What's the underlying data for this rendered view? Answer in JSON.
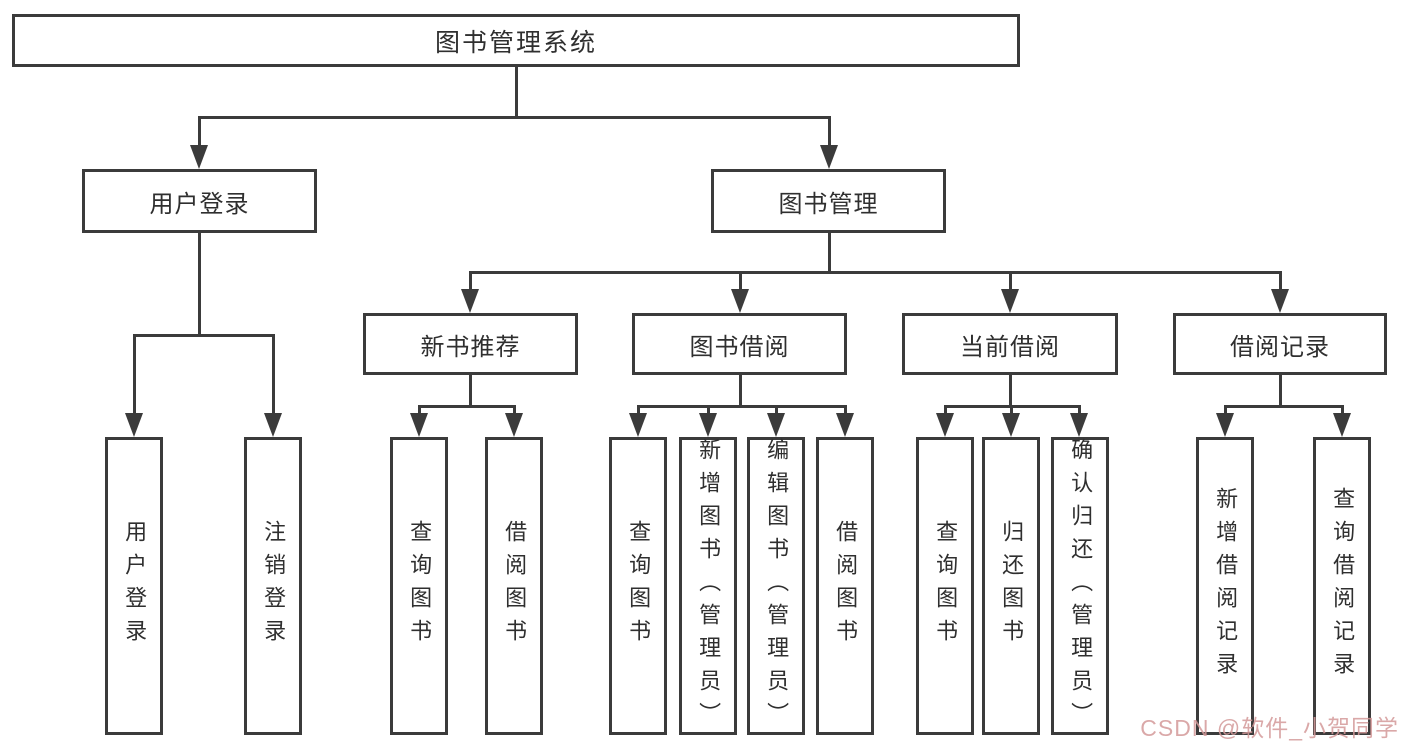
{
  "diagram": {
    "root": {
      "label": "图书管理系统"
    },
    "branches": [
      {
        "id": "user-login",
        "label": "用户登录",
        "parent": "图书管理系统"
      },
      {
        "id": "book-management",
        "label": "图书管理",
        "parent": "图书管理系统"
      }
    ],
    "modules": [
      {
        "id": "new-book-recommend",
        "label": "新书推荐",
        "parent": "图书管理"
      },
      {
        "id": "book-borrow",
        "label": "图书借阅",
        "parent": "图书管理"
      },
      {
        "id": "current-borrow",
        "label": "当前借阅",
        "parent": "图书管理"
      },
      {
        "id": "borrow-records",
        "label": "借阅记录",
        "parent": "图书管理"
      }
    ],
    "leaves": [
      {
        "label": "用户登录",
        "parent": "用户登录"
      },
      {
        "label": "注销登录",
        "parent": "用户登录"
      },
      {
        "label": "查询图书",
        "parent": "新书推荐"
      },
      {
        "label": "借阅图书",
        "parent": "新书推荐"
      },
      {
        "label": "查询图书",
        "parent": "图书借阅"
      },
      {
        "label": "新增图书（管理员）",
        "parent": "图书借阅"
      },
      {
        "label": "编辑图书（管理员）",
        "parent": "图书借阅"
      },
      {
        "label": "借阅图书",
        "parent": "图书借阅"
      },
      {
        "label": "查询图书",
        "parent": "当前借阅"
      },
      {
        "label": "归还图书",
        "parent": "当前借阅"
      },
      {
        "label": "确认归还（管理员）",
        "parent": "当前借阅"
      },
      {
        "label": "新增借阅记录",
        "parent": "借阅记录"
      },
      {
        "label": "查询借阅记录",
        "parent": "借阅记录"
      }
    ]
  },
  "watermark": {
    "text": "CSDN @软件_小贺同学",
    "color": "#d49a9a"
  },
  "colors": {
    "line": "#3b3b3b",
    "box_border": "#3b3b3b",
    "text": "#2f2f2f",
    "background": "#ffffff"
  }
}
